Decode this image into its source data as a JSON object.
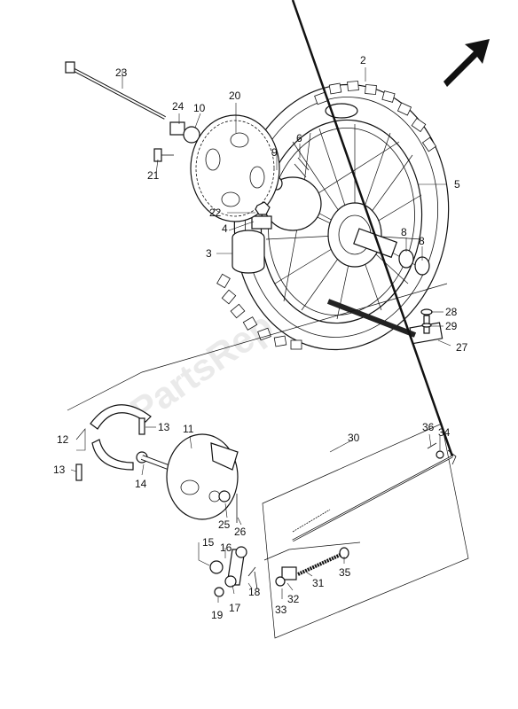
{
  "diagram": {
    "watermark": "PartsRepublik",
    "part_numbers": [
      "2",
      "3",
      "4",
      "5",
      "6",
      "8",
      "8",
      "9",
      "10",
      "11",
      "12",
      "13",
      "13",
      "14",
      "15",
      "16",
      "17",
      "18",
      "19",
      "20",
      "21",
      "22",
      "23",
      "24",
      "25",
      "26",
      "27",
      "28",
      "29",
      "30",
      "31",
      "32",
      "33",
      "34",
      "35",
      "36"
    ],
    "icons": {
      "direction_arrow": "front-direction-arrow-icon"
    },
    "colors": {
      "line": "#111111",
      "background": "#ffffff",
      "watermark": "#d9d9d9"
    }
  }
}
